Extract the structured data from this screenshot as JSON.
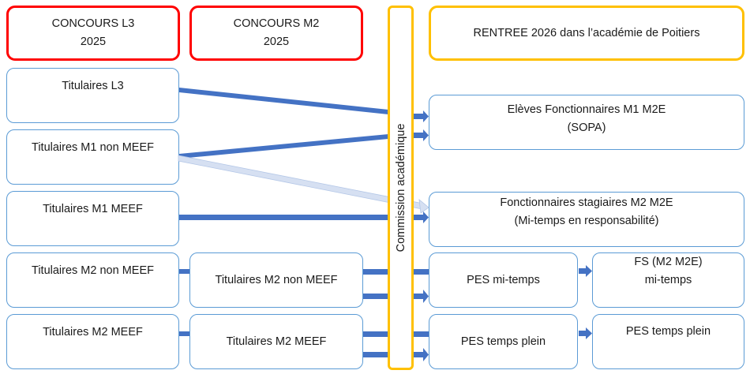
{
  "headers": {
    "concours_l3": [
      "CONCOURS L3",
      "2025"
    ],
    "concours_m2": [
      "CONCOURS M2",
      "2025"
    ],
    "rentree": "RENTREE 2026 dans l’académie de Poitiers",
    "commission": "Commission académique"
  },
  "left_column": [
    "Titulaires L3",
    "Titulaires M1 non MEEF",
    "Titulaires M1 MEEF",
    "Titulaires M2 non MEEF",
    "Titulaires M2 MEEF"
  ],
  "middle_column": [
    "Titulaires M2 non MEEF",
    "Titulaires M2 MEEF"
  ],
  "outcomes": {
    "eleves": [
      "Elèves Fonctionnaires M1 M2E",
      "(SOPA)"
    ],
    "stagiaires": [
      "Fonctionnaires stagiaires M2 M2E",
      "(Mi-temps en responsabilité)"
    ],
    "pes_mi_temps": "PES mi-temps",
    "fs_mi_temps": [
      "FS (M2 M2E)",
      "mi-temps"
    ],
    "pes_temps_plein": "PES temps plein",
    "pes_temps_plein_next": "PES temps plein"
  },
  "colors": {
    "concours_border": "#ff0000",
    "rentree_border": "#ffc000",
    "box_border": "#5b9bd5",
    "arrow": "#4472c4",
    "arrow_light": "#d6e0f2"
  }
}
